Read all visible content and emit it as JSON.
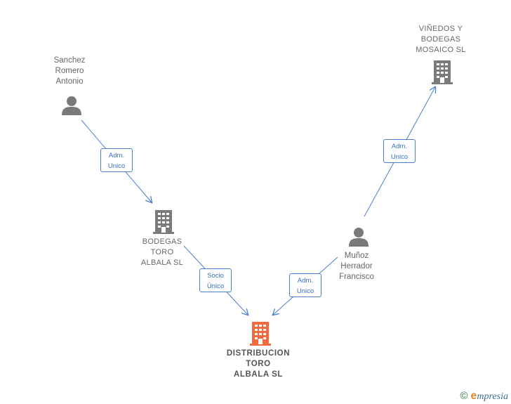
{
  "nodes": {
    "sanchez": {
      "label": "Sanchez\nRomero\nAntonio",
      "type": "person"
    },
    "vinedos": {
      "label": "VIÑEDOS Y\nBODEGAS\nMOSAICO  SL",
      "type": "company"
    },
    "bodegas_toro": {
      "label": "BODEGAS\nTORO\nALBALA SL",
      "type": "company"
    },
    "munoz": {
      "label": "Muñoz\nHerrador\nFrancisco",
      "type": "person"
    },
    "distribucion": {
      "label": "DISTRIBUCION\nTORO\nALBALA  SL",
      "type": "company-target"
    }
  },
  "edges": [
    {
      "from": "sanchez",
      "to": "bodegas_toro",
      "line1": "Adm.",
      "line2": "Unico"
    },
    {
      "from": "munoz",
      "to": "vinedos",
      "line1": "Adm.",
      "line2": "Unico"
    },
    {
      "from": "bodegas_toro",
      "to": "distribucion",
      "line1": "Socio",
      "line2": "Único"
    },
    {
      "from": "munoz",
      "to": "distribucion",
      "line1": "Adm.",
      "line2": "Unico"
    }
  ],
  "colors": {
    "edge": "#4a7fd0",
    "icon": "#7a7a7a",
    "target_icon": "#f26a3d"
  },
  "footer": {
    "copyright_symbol": "©",
    "brand_initial": "e",
    "brand_rest": "mpresia"
  }
}
